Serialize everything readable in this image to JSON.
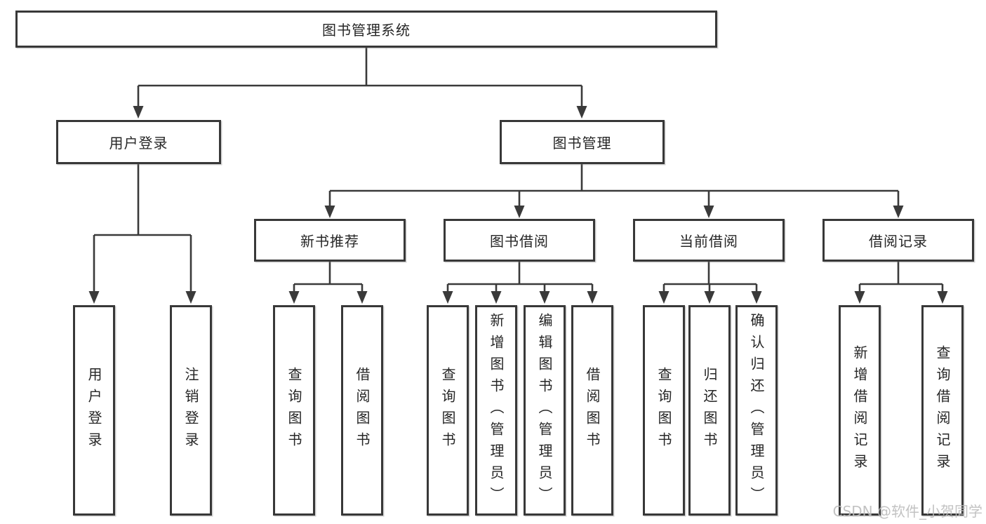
{
  "diagram": {
    "title": "图书管理系统",
    "level2": [
      {
        "label": "用户登录"
      },
      {
        "label": "图书管理"
      }
    ],
    "level3": [
      {
        "label": "新书推荐"
      },
      {
        "label": "图书借阅"
      },
      {
        "label": "当前借阅"
      },
      {
        "label": "借阅记录"
      }
    ],
    "leaves": {
      "user_login": [
        "用户登录",
        "注销登录"
      ],
      "new_book_recommend": [
        "查询图书",
        "借阅图书"
      ],
      "book_borrowing": [
        "查询图书",
        "新增图书（管理员）",
        "编辑图书（管理员）",
        "借阅图书"
      ],
      "current_borrowing": [
        "查询图书",
        "归还图书",
        "确认归还（管理员）"
      ],
      "borrowing_records": [
        "新增借阅记录",
        "查询借阅记录"
      ]
    }
  },
  "watermark": {
    "text": "CSDN @软件_小贺同学"
  },
  "colors": {
    "line": "#3a3a3a",
    "border": "#383838",
    "text": "#262626",
    "watermark": "#bcbcbc",
    "background": "#ffffff"
  }
}
